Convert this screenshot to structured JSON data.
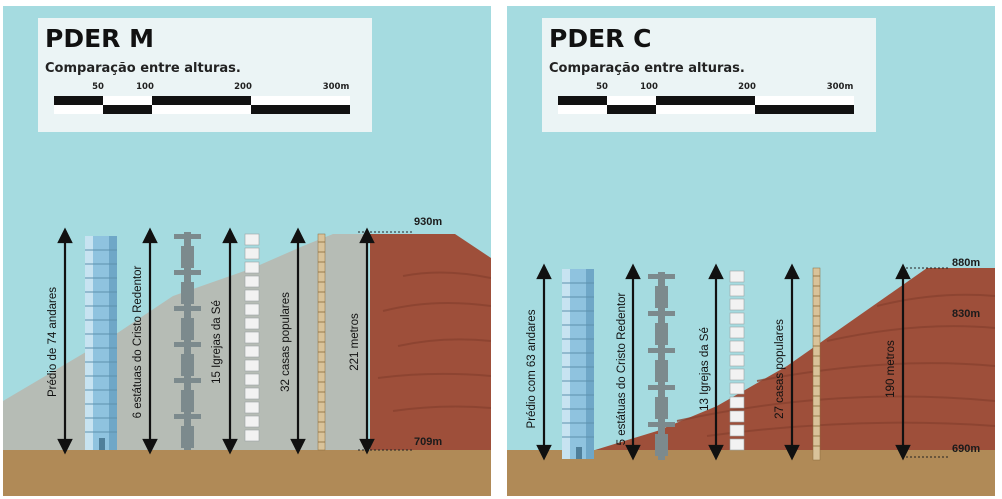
{
  "panels": [
    {
      "title": "PDER M",
      "subtitle": "Comparação entre alturas.",
      "scale": {
        "ticks": [
          "50",
          "100",
          "200",
          "300m"
        ]
      },
      "altitudes": {
        "top": "930m",
        "bottom": "709m"
      },
      "labels": {
        "building": "Prédio de 74 andares",
        "christ": "6 estátuas do Cristo Redentor",
        "churches": "15 Igrejas da Sé",
        "houses": "32 casas populares",
        "meters": "221 metros"
      }
    },
    {
      "title": "PDER C",
      "subtitle": "Comparação entre alturas.",
      "scale": {
        "ticks": [
          "50",
          "100",
          "200",
          "300m"
        ]
      },
      "altitudes": {
        "top": "880m",
        "mid": "830m",
        "bottom": "690m"
      },
      "labels": {
        "building": "Prédio com 63 andares",
        "christ": "5 estátuas do Cristo Redentor",
        "churches": "13 Igrejas da Sé",
        "houses": "27 casas populares",
        "meters": "190 metros"
      }
    }
  ],
  "colors": {
    "sky": "#a5dbe0",
    "ground": "#b08a57",
    "slope_gray": "#b6bcb5",
    "rock_brown": "#9e4f3a",
    "building": "#8fc3df",
    "statue": "#7c8a8d",
    "church": "#f2f2f2",
    "house": "#d9c39a"
  }
}
